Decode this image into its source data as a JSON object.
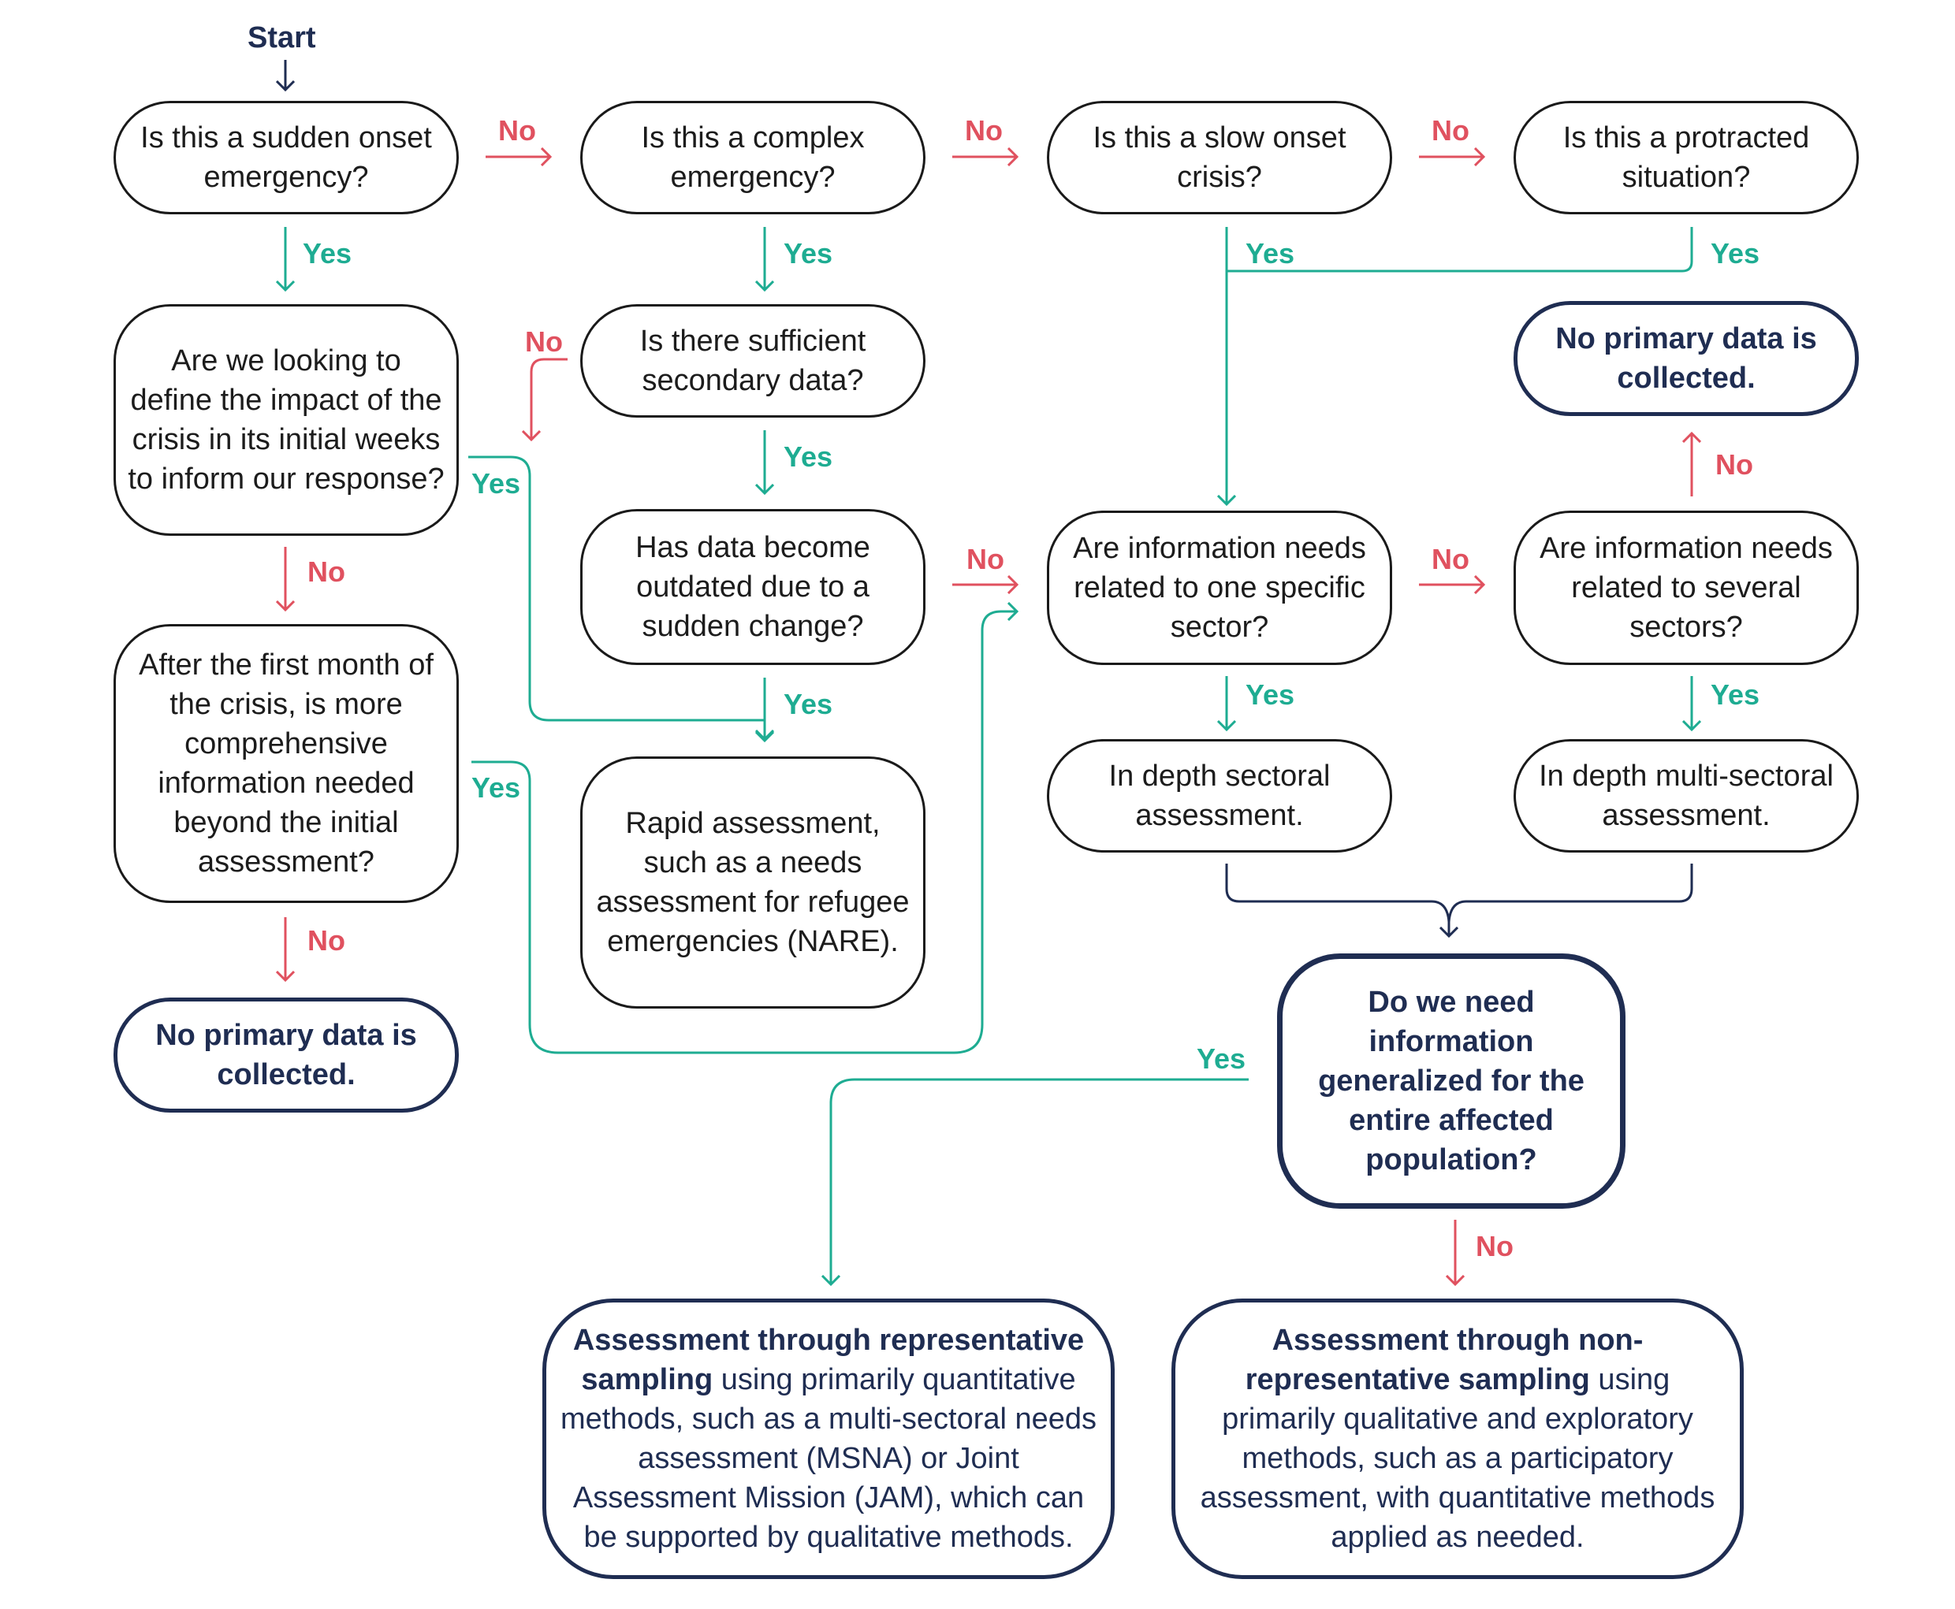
{
  "start_label": "Start",
  "labels": {
    "yes": "Yes",
    "no": "No"
  },
  "colors": {
    "yes": "#1eac92",
    "no": "#e0515f",
    "navy": "#1f2d52",
    "box": "#1a1a1a"
  },
  "nodes": {
    "sudden_onset": "Is this a sudden onset emergency?",
    "complex": "Is this a complex emergency?",
    "slow_onset": "Is this a slow onset crisis?",
    "protracted": "Is this a protracted situation?",
    "define_impact": "Are we looking to define the impact of the crisis in its initial weeks to inform our response?",
    "secondary_data": "Is there sufficient secondary data?",
    "no_primary_right": "No primary data is collected.",
    "outdated": "Has data become outdated due to a sudden change?",
    "one_sector": "Are information needs related to one specific sector?",
    "several_sectors": "Are information needs related to several sectors?",
    "after_month": "After the first month of the crisis, is more comprehensive information needed beyond the initial assessment?",
    "rapid": "Rapid assessment, such as a needs assessment for refugee emergencies (NARE).",
    "sectoral": "In depth sectoral assessment.",
    "multi_sectoral": "In depth multi-sectoral assessment.",
    "no_primary_left": "No primary data is collected.",
    "generalized": "Do we need information generalized for the entire affected population?",
    "representative": {
      "bold": "Assessment through representative sampling",
      "rest": " using primarily quantitative methods, such as a multi-sectoral needs assessment (MSNA) or Joint Assessment Mission (JAM), which can be supported by qualitative methods."
    },
    "non_representative": {
      "bold": "Assessment through non-representative sampling",
      "rest": " using primarily qualitative and exploratory methods, such as a participatory assessment, with quantitative methods applied as needed."
    }
  }
}
